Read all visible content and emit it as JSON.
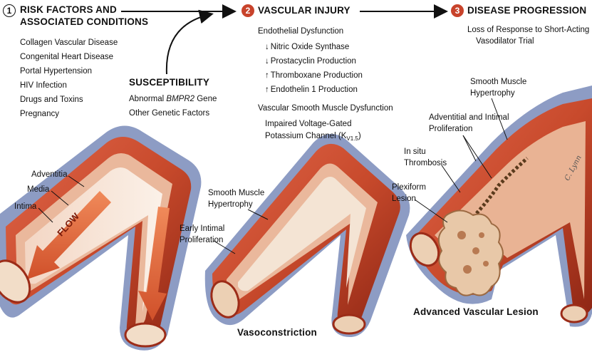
{
  "stages": [
    {
      "number": "1",
      "title_line1": "RISK FACTORS AND",
      "title_line2": "ASSOCIATED CONDITIONS",
      "items": [
        "Collagen Vascular Disease",
        "Congenital Heart Disease",
        "Portal Hypertension",
        "HIV Infection",
        "Drugs and Toxins",
        "Pregnancy"
      ]
    },
    {
      "number": "2",
      "title": "VASCULAR INJURY",
      "endothelial_heading": "Endothelial Dysfunction",
      "endothelial_items": [
        {
          "arrow": "↓",
          "text": "Nitric Oxide Synthase"
        },
        {
          "arrow": "↓",
          "text": "Prostacyclin Production"
        },
        {
          "arrow": "↑",
          "text": "Thromboxane Production"
        },
        {
          "arrow": "↑",
          "text": "Endothelin 1 Production"
        }
      ],
      "smooth_muscle_heading": "Vascular Smooth Muscle Dysfunction",
      "smooth_muscle_line1": "Impaired Voltage-Gated",
      "smooth_muscle_line2_prefix": "Potassium Channel (K",
      "smooth_muscle_line2_sub": "V1.5",
      "smooth_muscle_line2_suffix": ")"
    },
    {
      "number": "3",
      "title": "DISEASE PROGRESSION",
      "line1": "Loss of Response to Short-Acting",
      "line2": "Vasodilator Trial"
    }
  ],
  "susceptibility": {
    "title": "SUSCEPTIBILITY",
    "line1_prefix": "Abnormal ",
    "line1_gene": "BMPR2",
    "line1_suffix": " Gene",
    "line2": "Other Genetic Factors"
  },
  "panel1_labels": {
    "adventitia": "Adventitia",
    "media": "Media",
    "intima": "Intima",
    "flow": "FLOW"
  },
  "panel2_labels": {
    "smooth_muscle_1": "Smooth Muscle",
    "smooth_muscle_2": "Hypertrophy",
    "early_intimal_1": "Early Intimal",
    "early_intimal_2": "Proliferation",
    "caption": "Vasoconstriction"
  },
  "panel3_labels": {
    "smooth_muscle_1": "Smooth Muscle",
    "smooth_muscle_2": "Hypertrophy",
    "adventitial_1": "Adventitial and Intimal",
    "adventitial_2": "Proliferation",
    "insitu_1": "In situ",
    "insitu_2": "Thrombosis",
    "plexiform_1": "Plexiform",
    "plexiform_2": "Lesion",
    "caption": "Advanced Vascular Lesion",
    "signature": "C. Lynn"
  },
  "colors": {
    "adventitia": "#8d9cc4",
    "media": "#c84a2c",
    "media_dark": "#9c2c18",
    "intima": "#f0c4a8",
    "lumen": "#f6e8da",
    "badge_red": "#c8432b"
  }
}
